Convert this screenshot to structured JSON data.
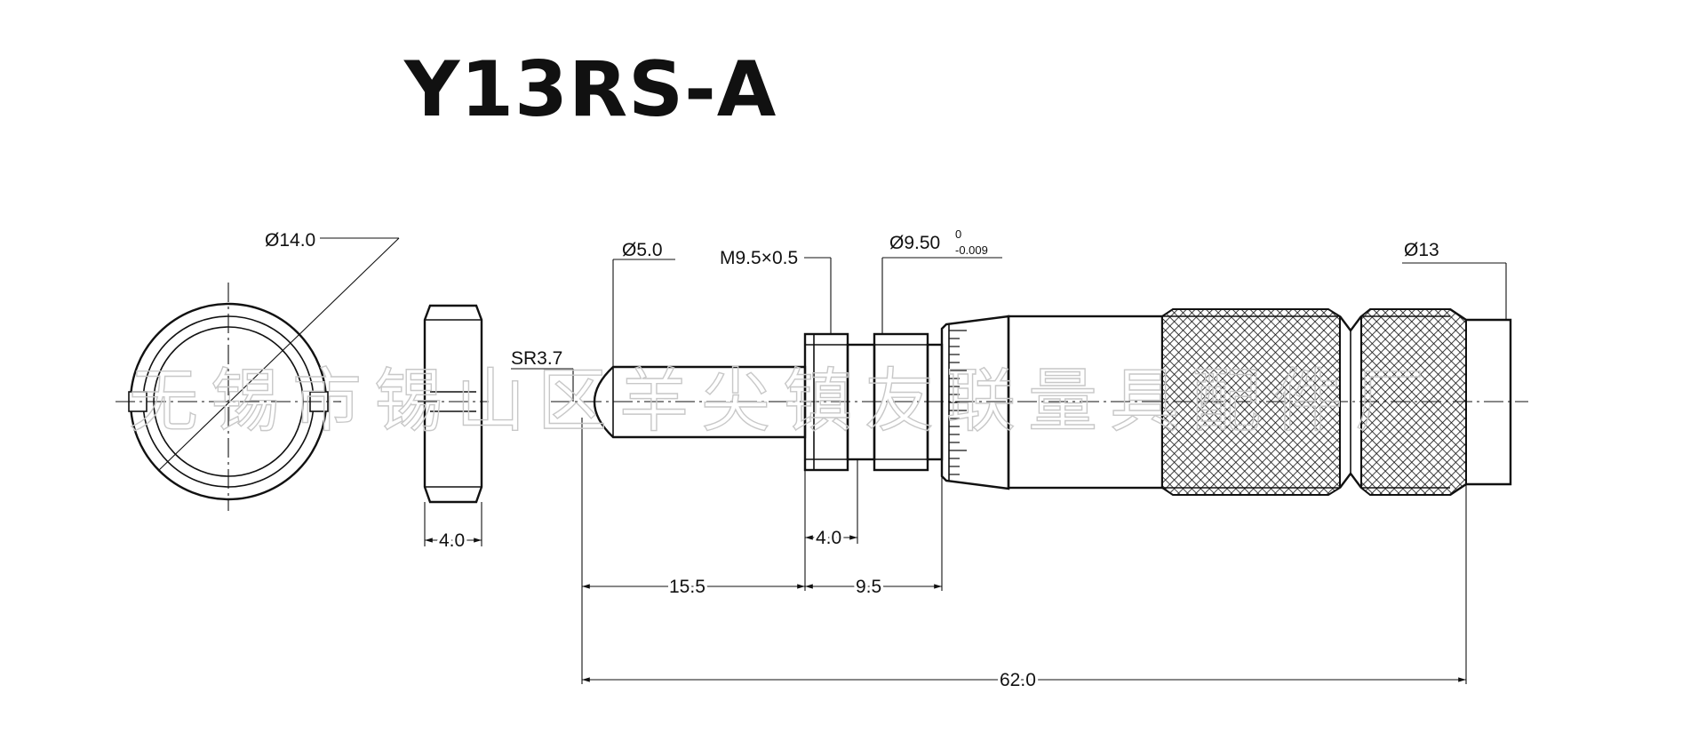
{
  "title": "Y13RS-A",
  "watermark": "无锡市锡山区羊尖镇友联量具配件厂",
  "dimensions": {
    "nut_diameter": "Ø14.0",
    "nut_width": "4.0",
    "sphere_radius": "SR3.7",
    "spindle_diameter": "Ø5.0",
    "thread": "M9.5×0.5",
    "sleeve_diameter": "Ø9.50",
    "sleeve_tol_upper": "0",
    "sleeve_tol_lower": "-0.009",
    "thimble_diameter": "Ø13",
    "thread_length": "4.0",
    "spindle_length": "15.5",
    "sleeve_length": "9.5",
    "total_length": "62.0"
  },
  "colors": {
    "line": "#111111",
    "watermark": "#c8c8c8"
  }
}
